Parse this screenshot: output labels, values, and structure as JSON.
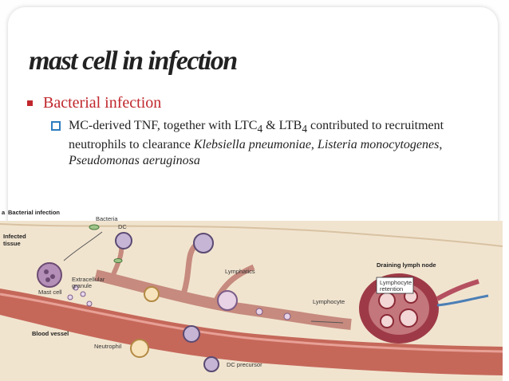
{
  "slide": {
    "title": "mast cell in infection",
    "bullet": "Bacterial infection",
    "sub_text_1": "MC-derived TNF, together with LTC",
    "sub_sub_1": "4",
    "sub_text_2": " & LTB",
    "sub_sub_2": "4",
    "sub_text_3": " contributed to recruitment neutrophils to clearance ",
    "organism_1": "Klebsiella pneumoniae",
    "sep_1": ", ",
    "organism_2": "Listeria monocytogenes",
    "sep_2": ", ",
    "organism_3": "Pseudomonas aeruginosa"
  },
  "figure": {
    "panel_label": "a",
    "panel_title": "Bacterial infection",
    "labels": {
      "bacteria": "Bacteria",
      "dc": "DC",
      "infected": "Infected",
      "tissue": "tissue",
      "mast_cell": "Mast cell",
      "extracellular": "Extracellular",
      "granule": "granule",
      "lymphatics": "Lymphatics",
      "draining": "Draining lymph node",
      "lymphocyte_box_1": "Lymphocyte",
      "lymphocyte_box_2": "retention",
      "lymphocyte": "Lymphocyte",
      "blood_vessel": "Blood vessel",
      "neutrophil": "Neutrophil",
      "dc_precursor": "DC precursor"
    }
  },
  "colors": {
    "accent": "#c0272d",
    "checkbox": "#2f7dbf",
    "tissue": "#efe2cc",
    "vessel": "#b95a4e",
    "lymph_node": "#9e3a47"
  }
}
